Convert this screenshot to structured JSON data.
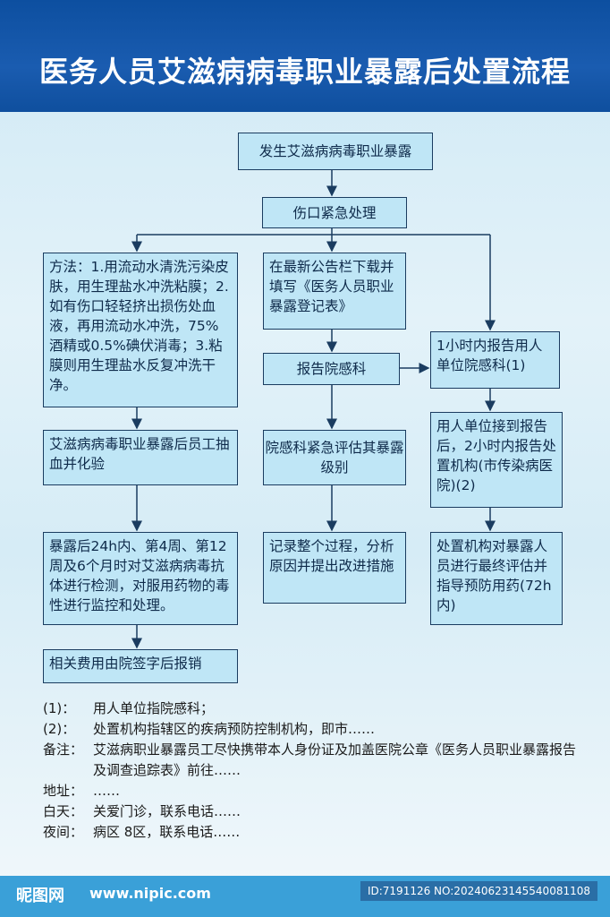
{
  "title": "医务人员艾滋病病毒职业暴露后处置流程",
  "flow": {
    "start": "发生艾滋病病毒职业暴露",
    "wound": "伤口紧急处理",
    "method": "方法：1.用流动水清洗污染皮肤，用生理盐水冲洗粘膜；2.如有伤口轻轻挤出损伤处血液，再用流动水冲洗，75%酒精或0.5%碘伏消毒；3.粘膜则用生理盐水反复冲洗干净。",
    "register": "在最新公告栏下载并填写《医务人员职业暴露登记表》",
    "report": "报告院感科",
    "report_1h": "1小时内报告用人单位院感科(1)",
    "blood": "艾滋病病毒职业暴露后员工抽血并化验",
    "evaluate": "院感科紧急评估其暴露级别",
    "unit_report": "用人单位接到报告后，2小时内报告处置机构(市传染病医院)(2)",
    "testing": "暴露后24h内、第4周、第12周及6个月时对艾滋病病毒抗体进行检测，对服用药物的毒性进行监控和处理。",
    "record": "记录整个过程，分析原因并提出改进措施",
    "final": "处置机构对暴露人员进行最终评估并指导预防用药(72h内)",
    "fees": "相关费用由院签字后报销"
  },
  "notes": [
    {
      "label": "(1)：",
      "text": "用人单位指院感科；"
    },
    {
      "label": "(2)：",
      "text": "处置机构指辖区的疾病预防控制机构，即市……"
    },
    {
      "label": "备注：",
      "text": "艾滋病职业暴露员工尽快携带本人身份证及加盖医院公章《医务人员职业暴露报告及调查追踪表》前往……"
    },
    {
      "label": "地址：",
      "text": "……"
    },
    {
      "label": "白天：",
      "text": "关爱门诊，联系电话……"
    },
    {
      "label": "夜间：",
      "text": "病区 8区，联系电话……"
    }
  ],
  "footer": {
    "brand": "昵图网",
    "url": "www.nipic.com",
    "id": "ID:7191126 NO:20240623145540081108"
  }
}
